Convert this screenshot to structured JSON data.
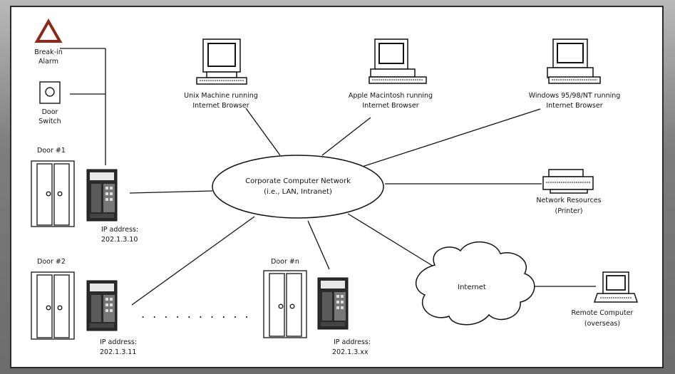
{
  "labels": {
    "alarm_line1": "Break-in",
    "alarm_line2": "Alarm",
    "switch_line1": "Door",
    "switch_line2": "Switch",
    "door1": "Door #1",
    "door2": "Door #2",
    "doorn": "Door #n",
    "ip1_line1": "IP address:",
    "ip1_line2": "202.1.3.10",
    "ip2_line1": "IP address:",
    "ip2_line2": "202.1.3.11",
    "ipn_line1": "IP address:",
    "ipn_line2": "202.1.3.xx",
    "unix_line1": "Unix Machine running",
    "unix_line2": "Internet Browser",
    "mac_line1": "Apple Macintosh running",
    "mac_line2": "Internet Browser",
    "win_line1": "Windows 95/98/NT running",
    "win_line2": "Internet Browser",
    "network_line1": "Corporate Computer Network",
    "network_line2": "(i.e., LAN, Intranet)",
    "printer_line1": "Network Resources",
    "printer_line2": "(Printer)",
    "internet": "Internet",
    "remote_line1": "Remote Computer",
    "remote_line2": "(overseas)",
    "ellipsis": ". . . . . . . . . ."
  }
}
